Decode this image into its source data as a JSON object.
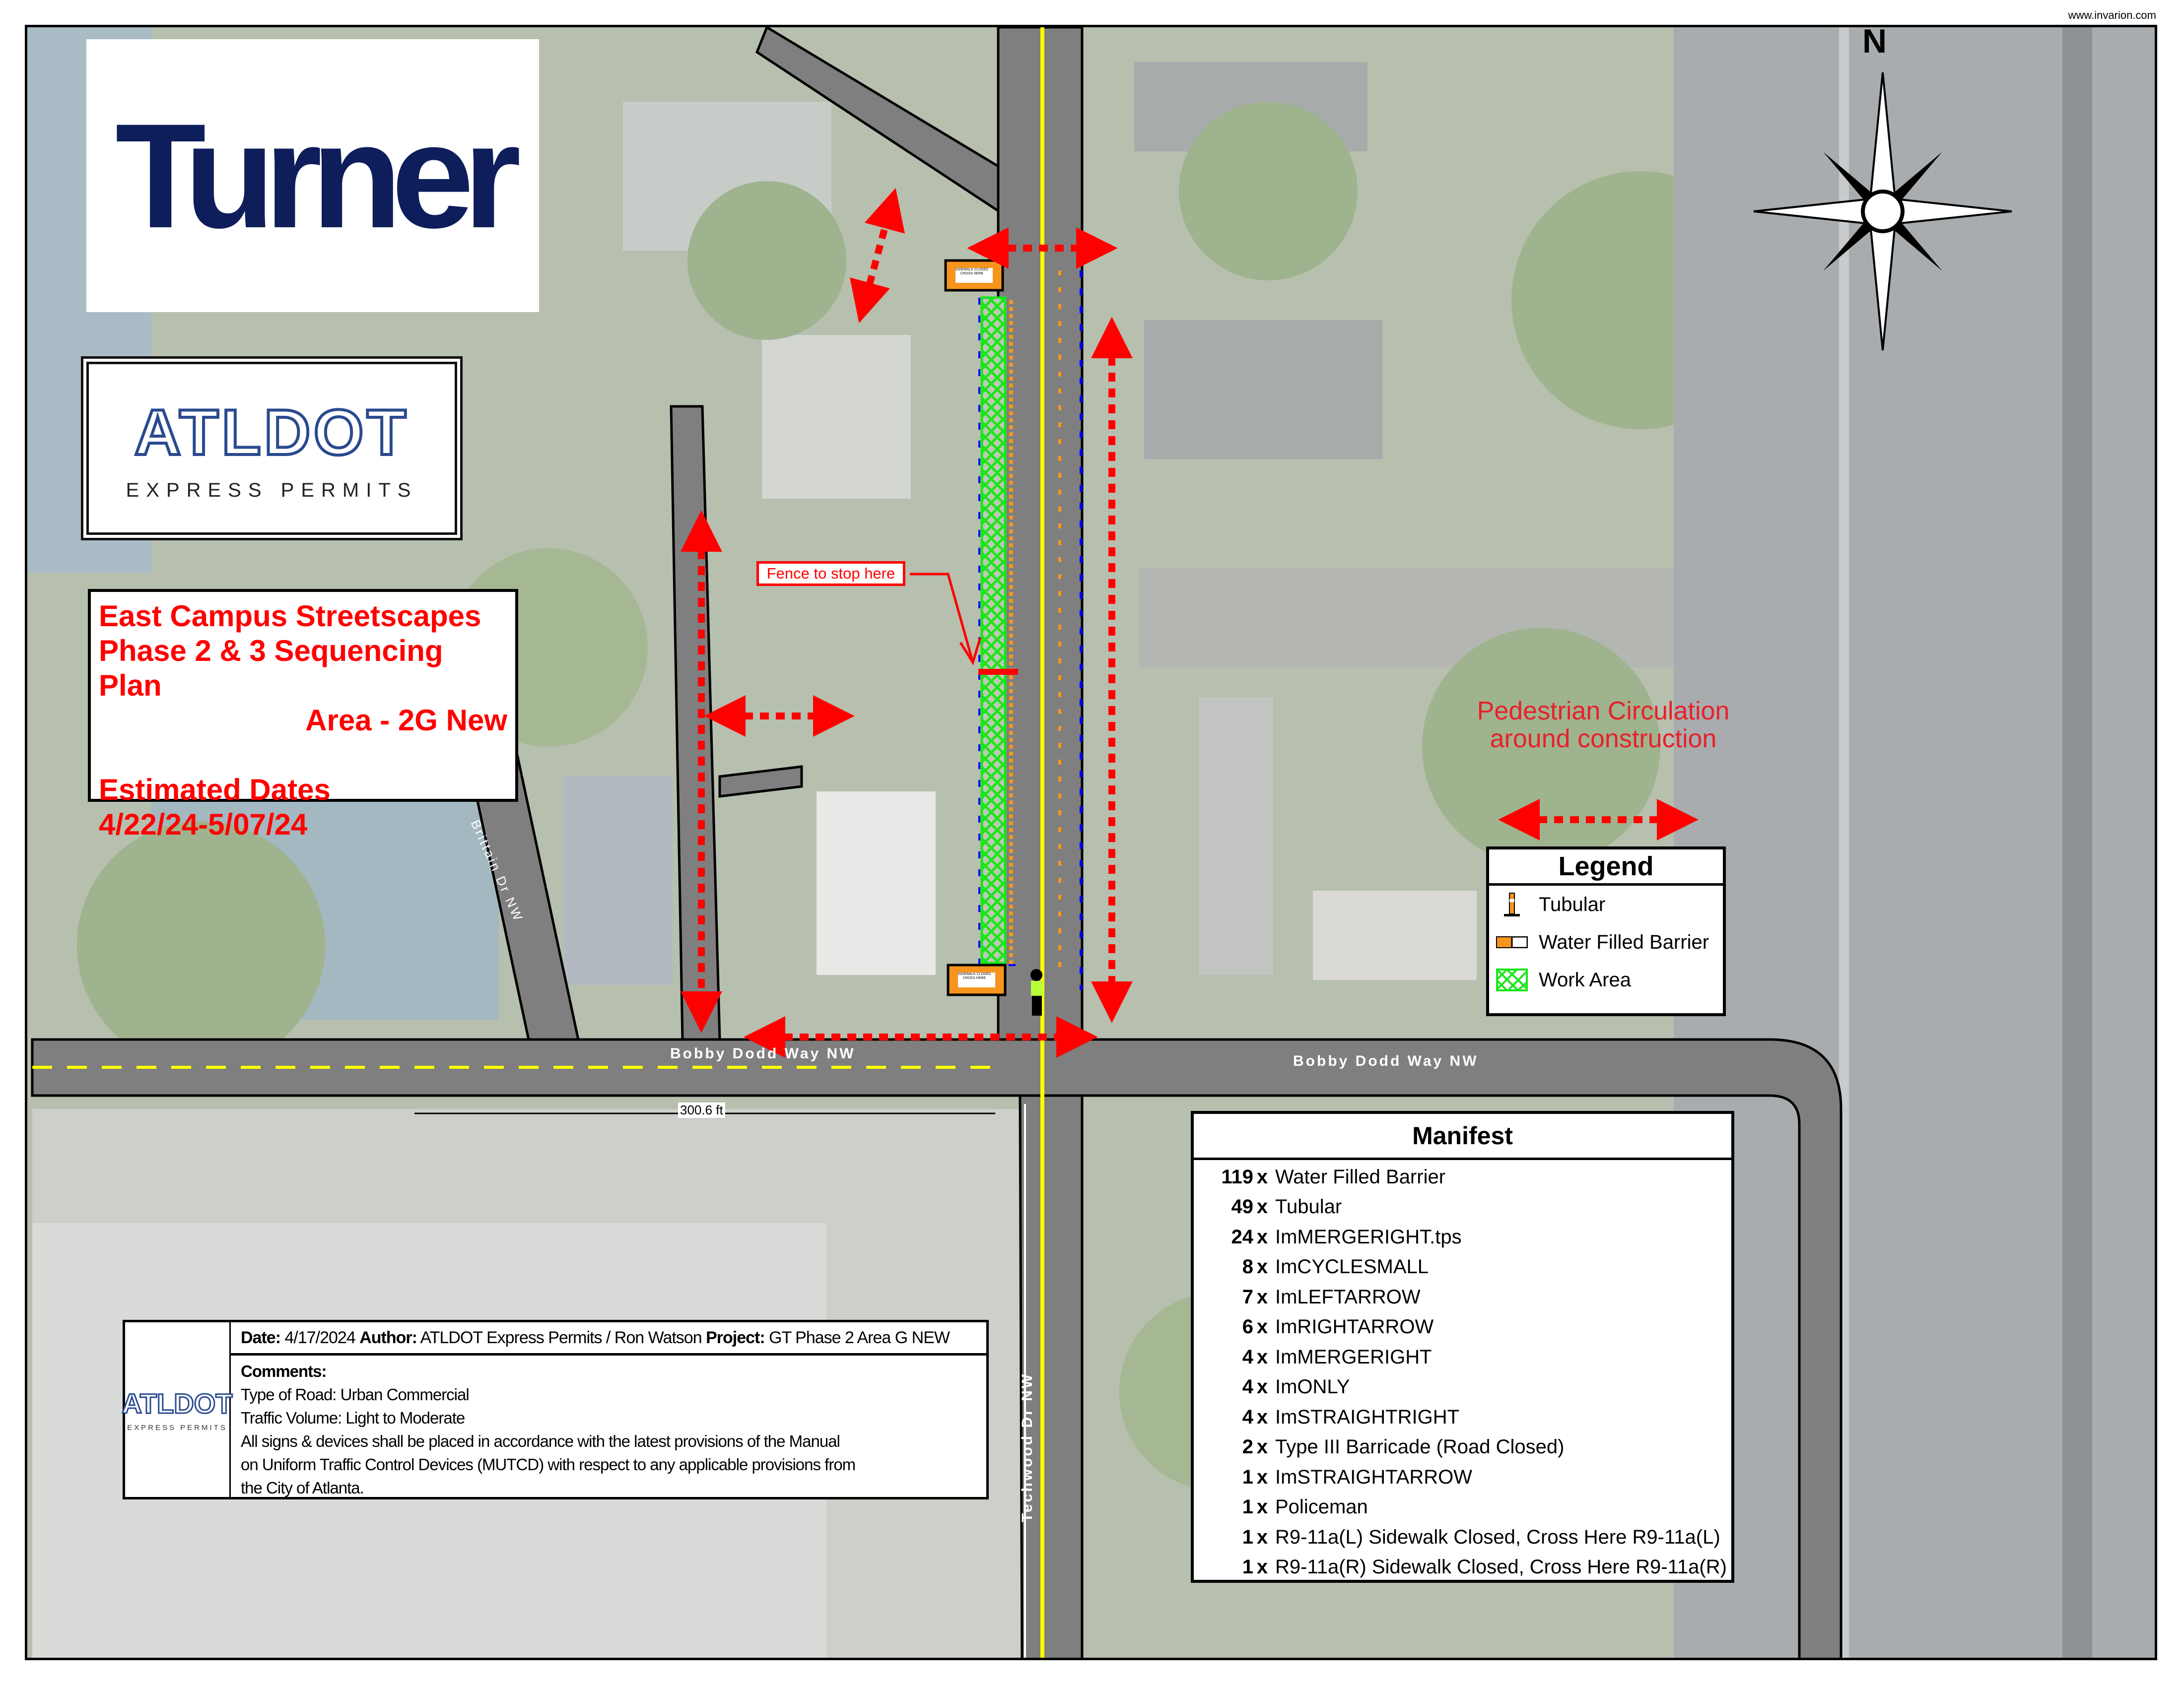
{
  "header": {
    "url": "www.invarion.com"
  },
  "logos": {
    "turner": "Turner",
    "atldot": {
      "name": "ATLDOT",
      "subtitle": "EXPRESS PERMITS"
    }
  },
  "title_block": {
    "line1": "East Campus Streetscapes",
    "line2": "Phase 2 & 3  Sequencing Plan",
    "line3": "Area - 2G New",
    "dates_label": "Estimated Dates",
    "dates": "4/22/24-5/07/24"
  },
  "map": {
    "north_label": "N",
    "pedestrian_note": [
      "Pedestrian Circulation",
      "around construction"
    ],
    "fence_note": "Fence to stop here",
    "streets": {
      "bobby_dodd_west": "Bobby Dodd Way NW",
      "bobby_dodd_east": "Bobby Dodd Way NW",
      "techwood": "Techwood Dr NW",
      "brittain": "Brittain Dr NW"
    },
    "distance": "300.6 ft",
    "sign_text": [
      "SIDEWALK CLOSED",
      "CROSS HERE"
    ],
    "colors": {
      "work_area": "#19e619",
      "barrier": "#f7941d",
      "route": "#ff0000",
      "fence": "#0000ff"
    }
  },
  "legend": {
    "title": "Legend",
    "items": [
      {
        "icon": "tubular-icon",
        "label": "Tubular"
      },
      {
        "icon": "water-filled-barrier-icon",
        "label": "Water Filled Barrier"
      },
      {
        "icon": "work-area-icon",
        "label": "Work Area"
      }
    ]
  },
  "manifest": {
    "title": "Manifest",
    "items": [
      {
        "qty": "119",
        "label": "Water Filled Barrier"
      },
      {
        "qty": "49",
        "label": "Tubular"
      },
      {
        "qty": "24",
        "label": "ImMERGERIGHT.tps"
      },
      {
        "qty": "8",
        "label": "ImCYCLESMALL"
      },
      {
        "qty": "7",
        "label": "ImLEFTARROW"
      },
      {
        "qty": "6",
        "label": "ImRIGHTARROW"
      },
      {
        "qty": "4",
        "label": "ImMERGERIGHT"
      },
      {
        "qty": "4",
        "label": "ImONLY"
      },
      {
        "qty": "4",
        "label": "ImSTRAIGHTRIGHT"
      },
      {
        "qty": "2",
        "label": "Type III Barricade (Road Closed)"
      },
      {
        "qty": "1",
        "label": "ImSTRAIGHTARROW"
      },
      {
        "qty": "1",
        "label": "Policeman"
      },
      {
        "qty": "1",
        "label": "R9-11a(L) Sidewalk Closed, Cross Here R9-11a(L)"
      },
      {
        "qty": "1",
        "label": "R9-11a(R) Sidewalk Closed, Cross Here R9-11a(R)"
      }
    ],
    "x": "x"
  },
  "info": {
    "date_label": "Date:",
    "date": "4/17/2024",
    "author_label": "Author:",
    "author": "ATLDOT Express Permits / Ron Watson",
    "project_label": "Project:",
    "project": "GT Phase 2 Area G NEW",
    "comments_label": "Comments:",
    "comments": [
      "Type of Road: Urban Commercial",
      "Traffic Volume: Light to Moderate",
      "All signs & devices shall be placed in accordance with the latest provisions of the Manual",
      "on Uniform Traffic Control Devices (MUTCD) with respect to any applicable provisions from",
      "the City of Atlanta."
    ]
  }
}
